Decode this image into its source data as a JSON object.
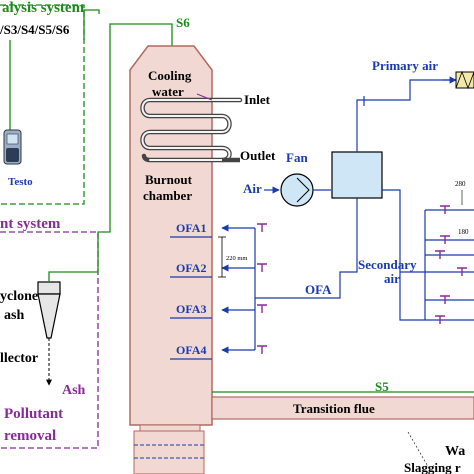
{
  "labels": {
    "analysis_system": "alysis system",
    "sampling_points": "/S3/S4/S5/S6",
    "testo": "Testo",
    "treatment_system": "nt system",
    "cyclone_line1": "yclone",
    "cyclone_line2": "ash",
    "cyclone_line3": "llector",
    "ash": "Ash",
    "pollutant_line1": "Pollutant",
    "pollutant_line2": "removal",
    "s6": "S6",
    "s5": "S5",
    "cooling_water_line1": "Cooling",
    "cooling_water_line2": "water",
    "inlet": "Inlet",
    "outlet": "Outlet",
    "burnout_line1": "Burnout",
    "burnout_line2": "chamber",
    "fan": "Fan",
    "air": "Air",
    "primary_air": "Primary air",
    "secondary_air_line1": "Secondary",
    "secondary_air_line2": "air",
    "ofa": "OFA",
    "ofa1": "OFA1",
    "ofa2": "OFA2",
    "ofa3": "OFA3",
    "ofa4": "OFA4",
    "spacing": "220 mm",
    "dim_280": "280",
    "dim_180": "180",
    "transition_flue": "Transition flue",
    "wa": "Wa",
    "slagging": "Slagging r"
  },
  "colors": {
    "green": "#1a8a1a",
    "purple": "#8a2a9a",
    "blue": "#1a3ab0",
    "chamber_fill": "#f2d8d2",
    "chamber_stroke": "#b06a60"
  }
}
